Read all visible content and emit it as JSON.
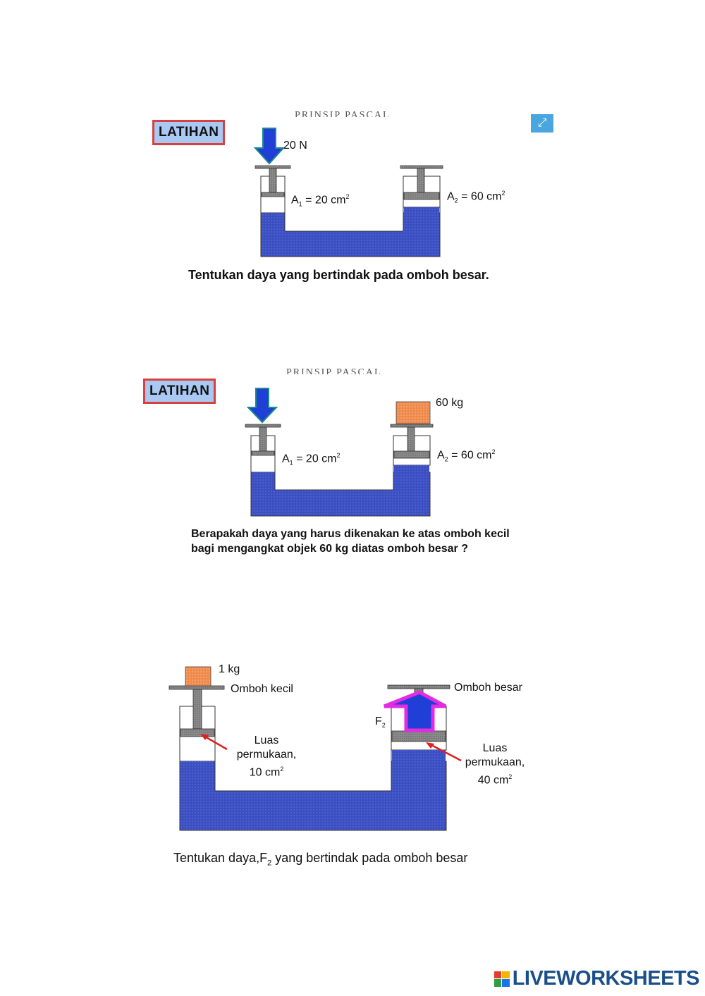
{
  "faint_header": "PRINSIP PASCAL",
  "exercise1": {
    "badge": "LATIHAN",
    "force": "20 N",
    "a1_label": "A",
    "a1_sub": "1",
    "a1_value": " = 20 cm",
    "a1_sup": "2",
    "a2_label": "A",
    "a2_sub": "2",
    "a2_value": " = 60 cm",
    "a2_sup": "2",
    "question": "Tentukan daya yang bertindak pada omboh besar."
  },
  "exercise2": {
    "badge": "LATIHAN",
    "mass": "60 kg",
    "a1_label": "A",
    "a1_sub": "1",
    "a1_value": " = 20 cm",
    "a1_sup": "2",
    "a2_label": "A",
    "a2_sub": "2",
    "a2_value": " = 60 cm",
    "a2_sup": "2",
    "question_line1": "Berapakah daya yang harus dikenakan ke atas omboh kecil",
    "question_line2": "bagi mengangkat objek 60 kg diatas omboh besar ?"
  },
  "exercise3": {
    "mass": "1 kg",
    "small_piston": "Omboh kecil",
    "large_piston": "Omboh besar",
    "f2_label": "F",
    "f2_sub": "2",
    "area_small_line1": "Luas",
    "area_small_line2": "permukaan,",
    "area_small_line3": "10 cm",
    "area_small_sup": "2",
    "area_large_line1": "Luas",
    "area_large_line2": "permukaan,",
    "area_large_line3": "40 cm",
    "area_large_sup": "2",
    "question_pre": "Tentukan daya,F",
    "question_sub": "2",
    "question_post": " yang bertindak pada omboh besar"
  },
  "expand_icon": "expand-icon",
  "footer": {
    "brand": "LIVEWORKSHEETS"
  },
  "colors": {
    "liquid": "#3c4fc0",
    "badge_bg": "#a9c8f2",
    "badge_border": "#d94040",
    "arrow_blue": "#1f3fd6",
    "arrow_teal": "#1a8a8a",
    "weight": "#f08a4b",
    "magenta": "#e22be2"
  }
}
